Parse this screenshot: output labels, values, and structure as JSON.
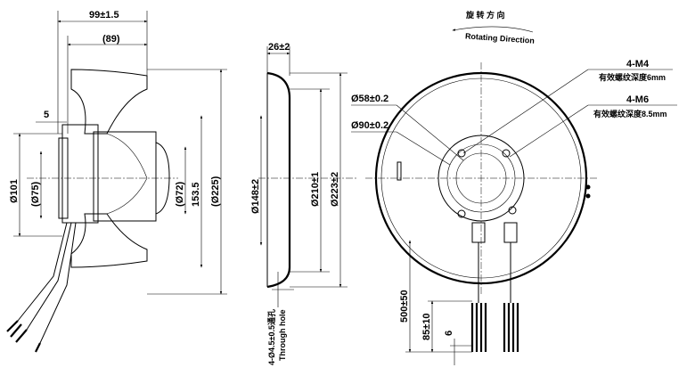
{
  "side_view": {
    "overall_length": "99±1.5",
    "body_length": "(89)",
    "flange_offset": "5",
    "dia_101": "Ø101",
    "dia_75": "(Ø75)",
    "dia_72": "(Ø72)",
    "height_153": "153.5",
    "dia_225": "(Ø225)"
  },
  "profile_view": {
    "width": "26±2",
    "dia_148": "Ø148±2",
    "dia_210": "Ø210±1",
    "dia_223": "Ø223±2",
    "hole_note_cn": "4-Ø4.5±0.5通孔",
    "hole_note_en": "Through hole"
  },
  "front_view": {
    "rotation_cn": "旋 转 方 向",
    "rotation_en": "Rotating Direction",
    "m4_label": "4-M4",
    "m4_note": "有效螺纹深度6mm",
    "m6_label": "4-M6",
    "m6_note": "有效螺纹深度8.5mm",
    "dia_58": "Ø58±0.2",
    "dia_90": "Ø90±0.2",
    "cable_length": "500±50",
    "strip_length": "85±10",
    "wire_strip": "6"
  }
}
